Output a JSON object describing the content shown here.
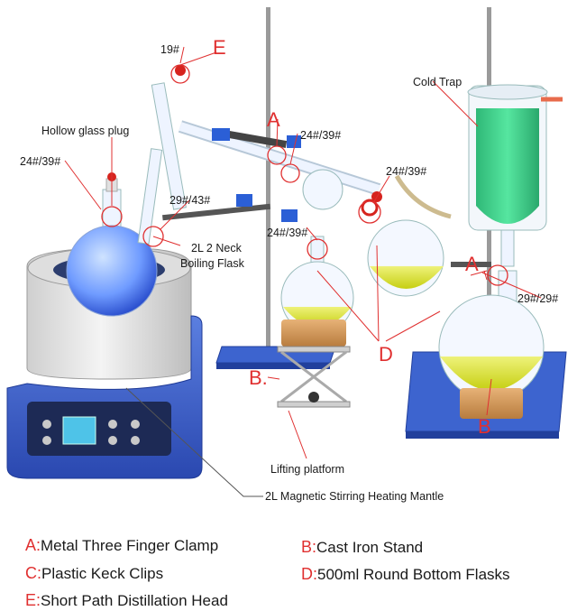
{
  "colors": {
    "accent": "#e03030",
    "heater_blue": "#3b5fc8",
    "stand_blue": "#2f56c0",
    "coolant_green": "#3fcf8a",
    "distillate_yellow": "#d9e02a"
  },
  "callouts": {
    "port_top": "19#",
    "letter_e_top": "E",
    "hollow_plug": "Hollow glass plug",
    "joint_left": "24#/39#",
    "joint_head_a": "24#/39#",
    "joint_receiver_right": "24#/39#",
    "joint_receiver_left": "24#/39#",
    "joint_flask": "29#/43#",
    "joint_trap": "29#/29#",
    "letter_a_head": "A",
    "letter_a_trap": "A",
    "letter_b_left": "B.",
    "letter_b_right": "B",
    "letter_d": "D",
    "cold_trap": "Cold Trap",
    "boiling_flask_1": "2L 2 Neck",
    "boiling_flask_2": "Boiling Flask",
    "lifting_platform": "Lifting platform",
    "mantle": "2L Magnetic Stirring Heating Mantle"
  },
  "legend": [
    {
      "key": "A:",
      "text": "Metal Three Finger Clamp"
    },
    {
      "key": "B:",
      "text": "Cast Iron Stand"
    },
    {
      "key": "C:",
      "text": "Plastic Keck Clips"
    },
    {
      "key": "D:",
      "text": "500ml Round Bottom Flasks"
    },
    {
      "key": "E:",
      "text": "Short Path Distillation Head"
    }
  ]
}
